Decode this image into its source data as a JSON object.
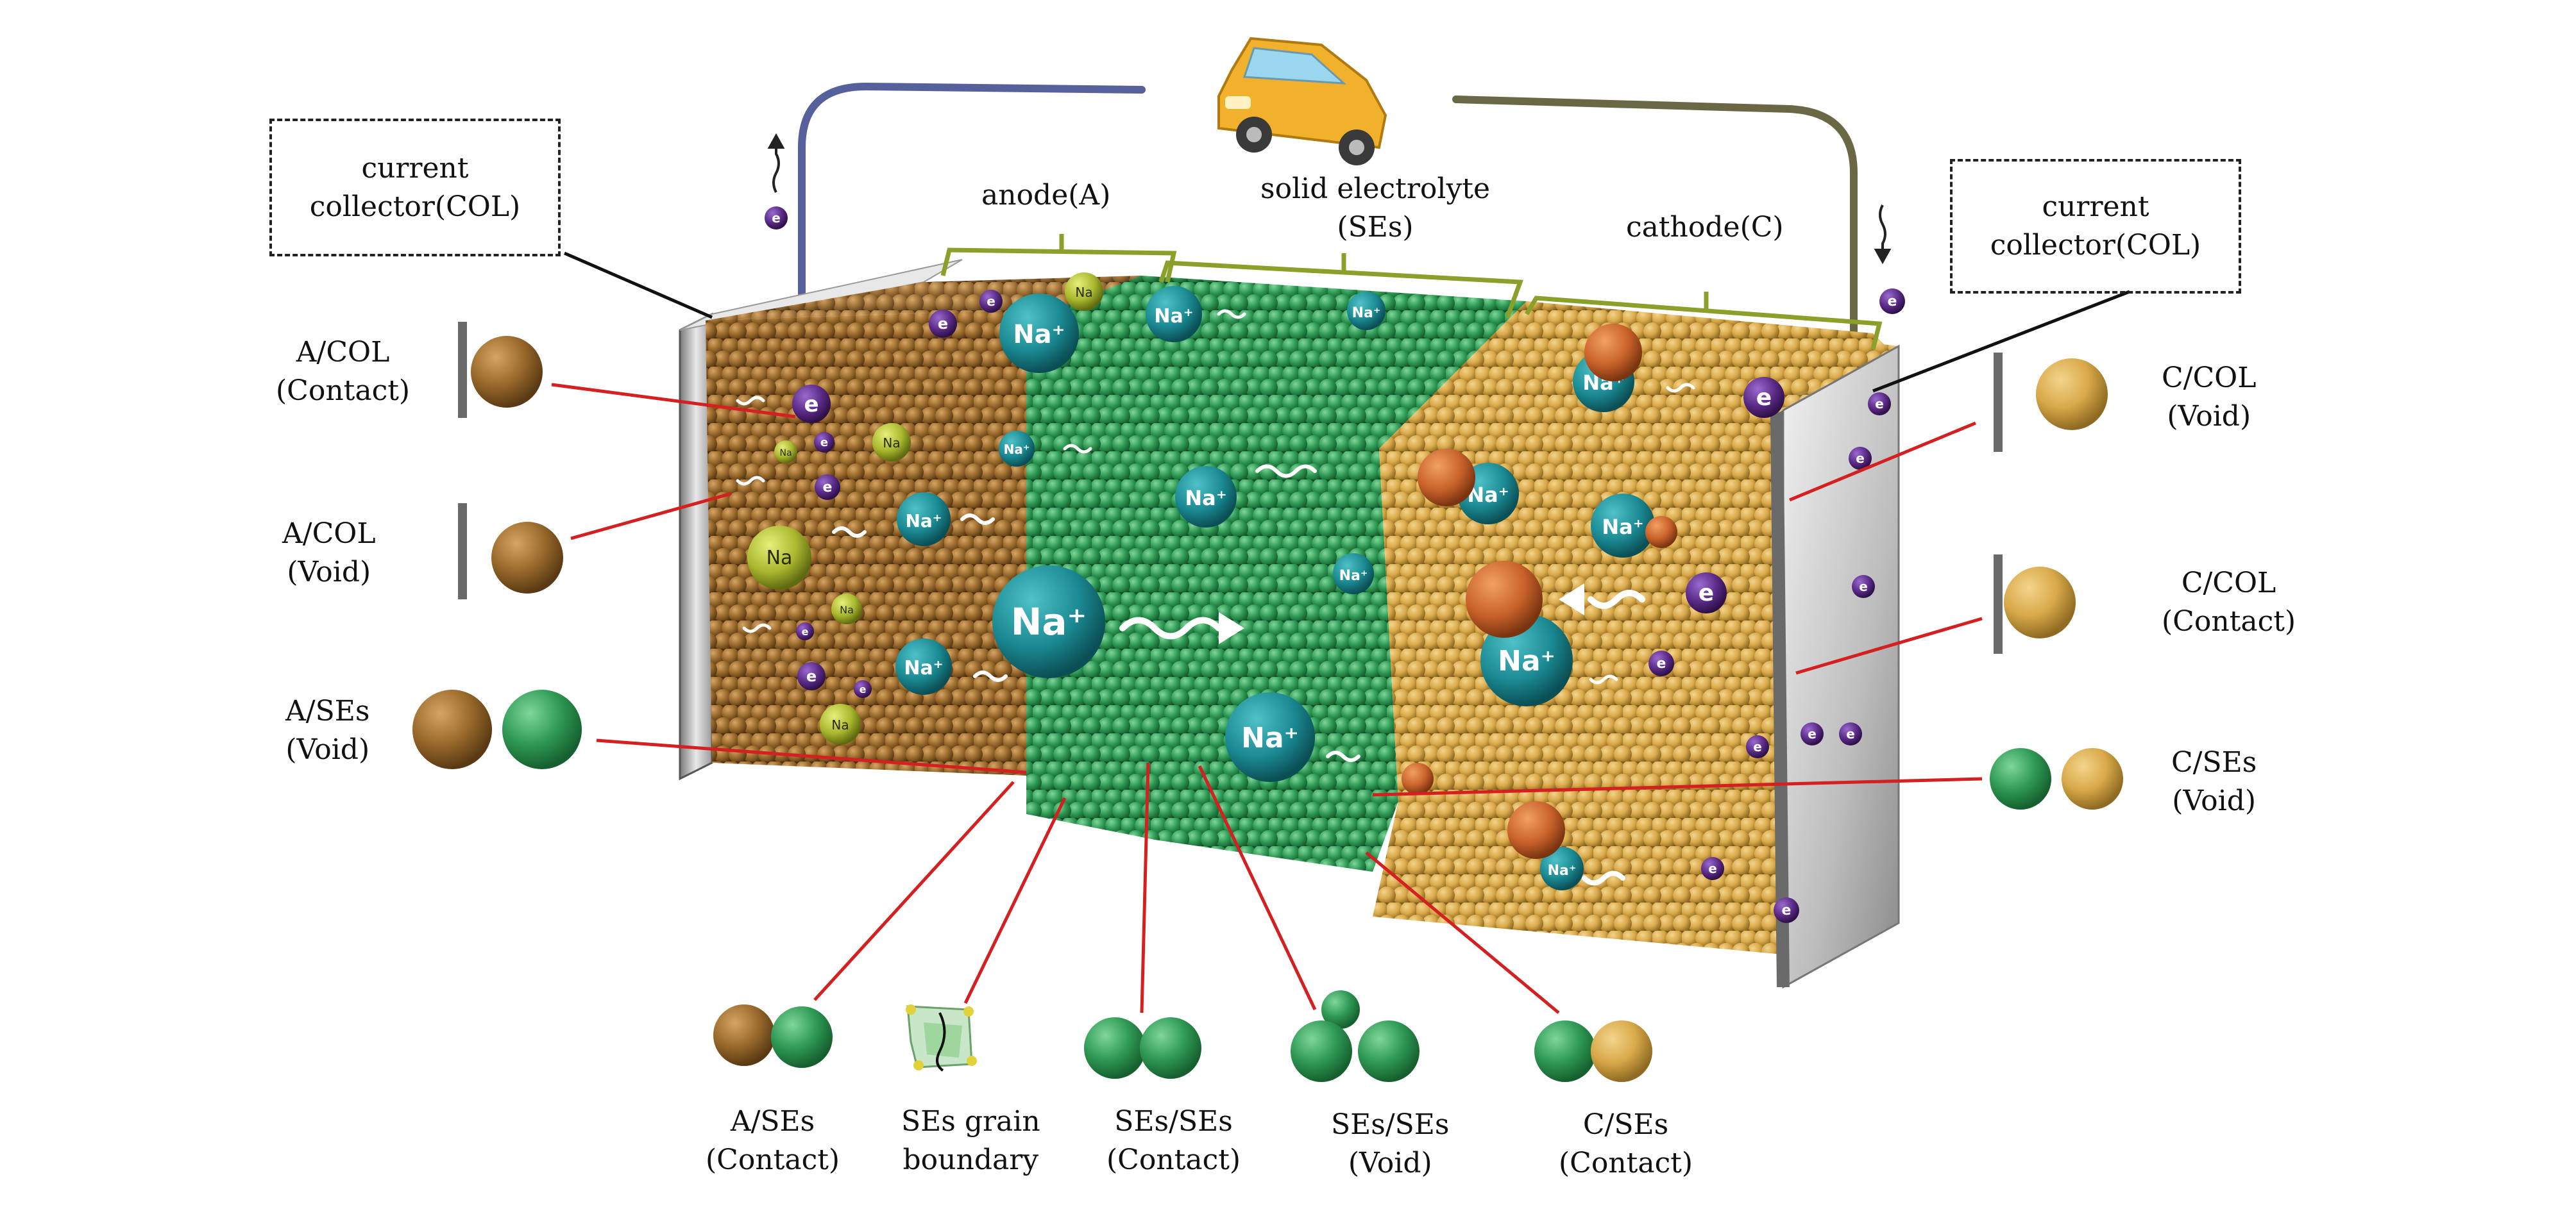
{
  "labels": {
    "col_left": [
      "current",
      "collector(COL)"
    ],
    "col_right": [
      "current",
      "collector(COL)"
    ],
    "anode": "anode(A)",
    "electrolyte": [
      "solid electrolyte",
      "(SEs)"
    ],
    "cathode": "cathode(C)",
    "a_col_contact": [
      "A/COL",
      "(Contact)"
    ],
    "a_col_void": [
      "A/COL",
      "(Void)"
    ],
    "a_ses_void": [
      "A/SEs",
      "(Void)"
    ],
    "c_col_void": [
      "C/COL",
      "(Void)"
    ],
    "c_col_contact": [
      "C/COL",
      "(Contact)"
    ],
    "c_ses_void": [
      "C/SEs",
      "(Void)"
    ],
    "a_ses_contact": [
      "A/SEs",
      "(Contact)"
    ],
    "ses_grain_boundary": [
      "SEs grain",
      "boundary"
    ],
    "ses_ses_contact": [
      "SEs/SEs",
      "(Contact)"
    ],
    "ses_ses_void": [
      "SEs/SEs",
      "(Void)"
    ],
    "c_ses_contact": [
      "C/SEs",
      "(Contact)"
    ]
  },
  "ion_labels": {
    "sodium_ion": "Na⁺",
    "sodium": "Na",
    "electron": "e"
  },
  "colors": {
    "anode": "#9a6a2c",
    "electrolyte": "#2f9a55",
    "cathode": "#d9a94a",
    "ion": "#1b8a93",
    "electron": "#5a2a86",
    "leader": "#d42020",
    "bracket": "#8aa02a",
    "wire_left": "#56609a",
    "wire_right": "#6a6844"
  },
  "icons": [
    "car-icon",
    "collector-plate",
    "electron-arrow-icon"
  ]
}
